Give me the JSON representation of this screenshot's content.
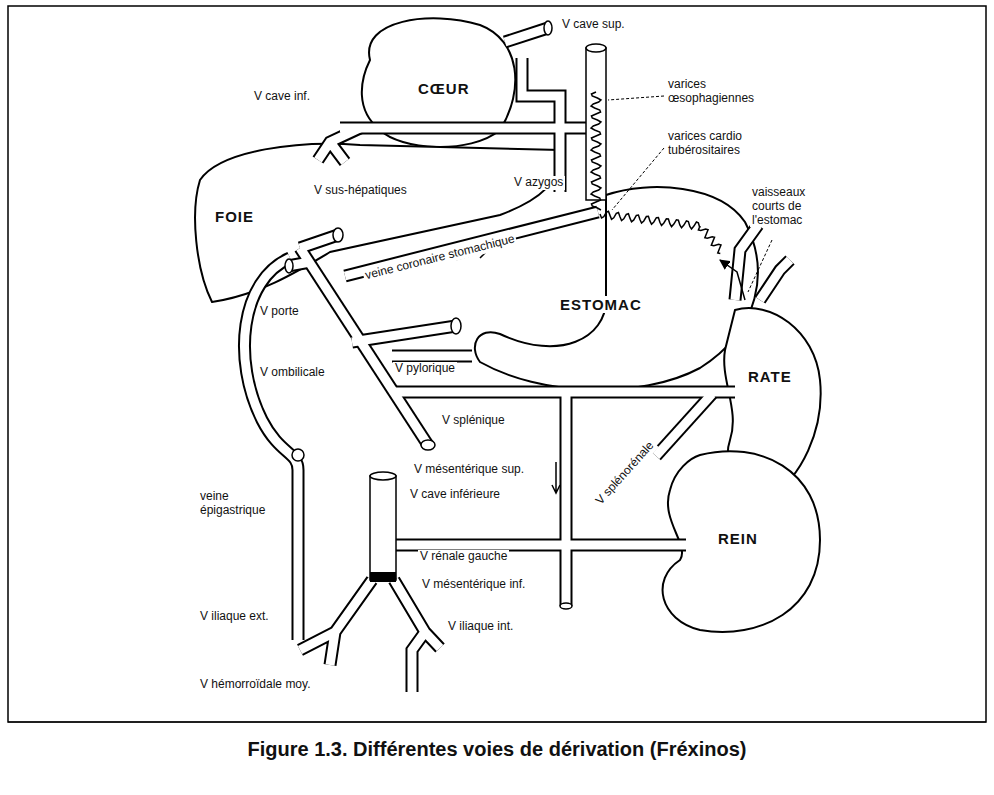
{
  "diagram": {
    "caption": "Figure 1.3. Différentes voies de dérivation (Fréxinos)",
    "nodes": [
      {
        "text": [
          "CŒUR"
        ]
      },
      {
        "text": [
          "FOIE"
        ]
      },
      {
        "text": [
          "ESTOMAC"
        ]
      },
      {
        "text": [
          "RATE"
        ]
      },
      {
        "text": [
          "REIN"
        ]
      }
    ],
    "edges": [
      {
        "from": 3,
        "to": 2,
        "arrow": "to"
      }
    ],
    "labels": [
      "V cave sup.",
      "varices œsophagiennes",
      "V cave inf.",
      "varices cardio tubérositaires",
      "V sus-hépatiques",
      "V azygos",
      "vaisseaux courts de l'estomac",
      "veine coronaire stomachique",
      "V porte",
      "V ombilicale",
      "V pylorique",
      "V splénique",
      "V splénorénale",
      "V mésentérique sup.",
      "veine épigastrique",
      "V cave inférieure",
      "V rénale gauche",
      "V mésentérique inf.",
      "V iliaque ext.",
      "V iliaque int.",
      "V hémorroïdale moy."
    ]
  }
}
